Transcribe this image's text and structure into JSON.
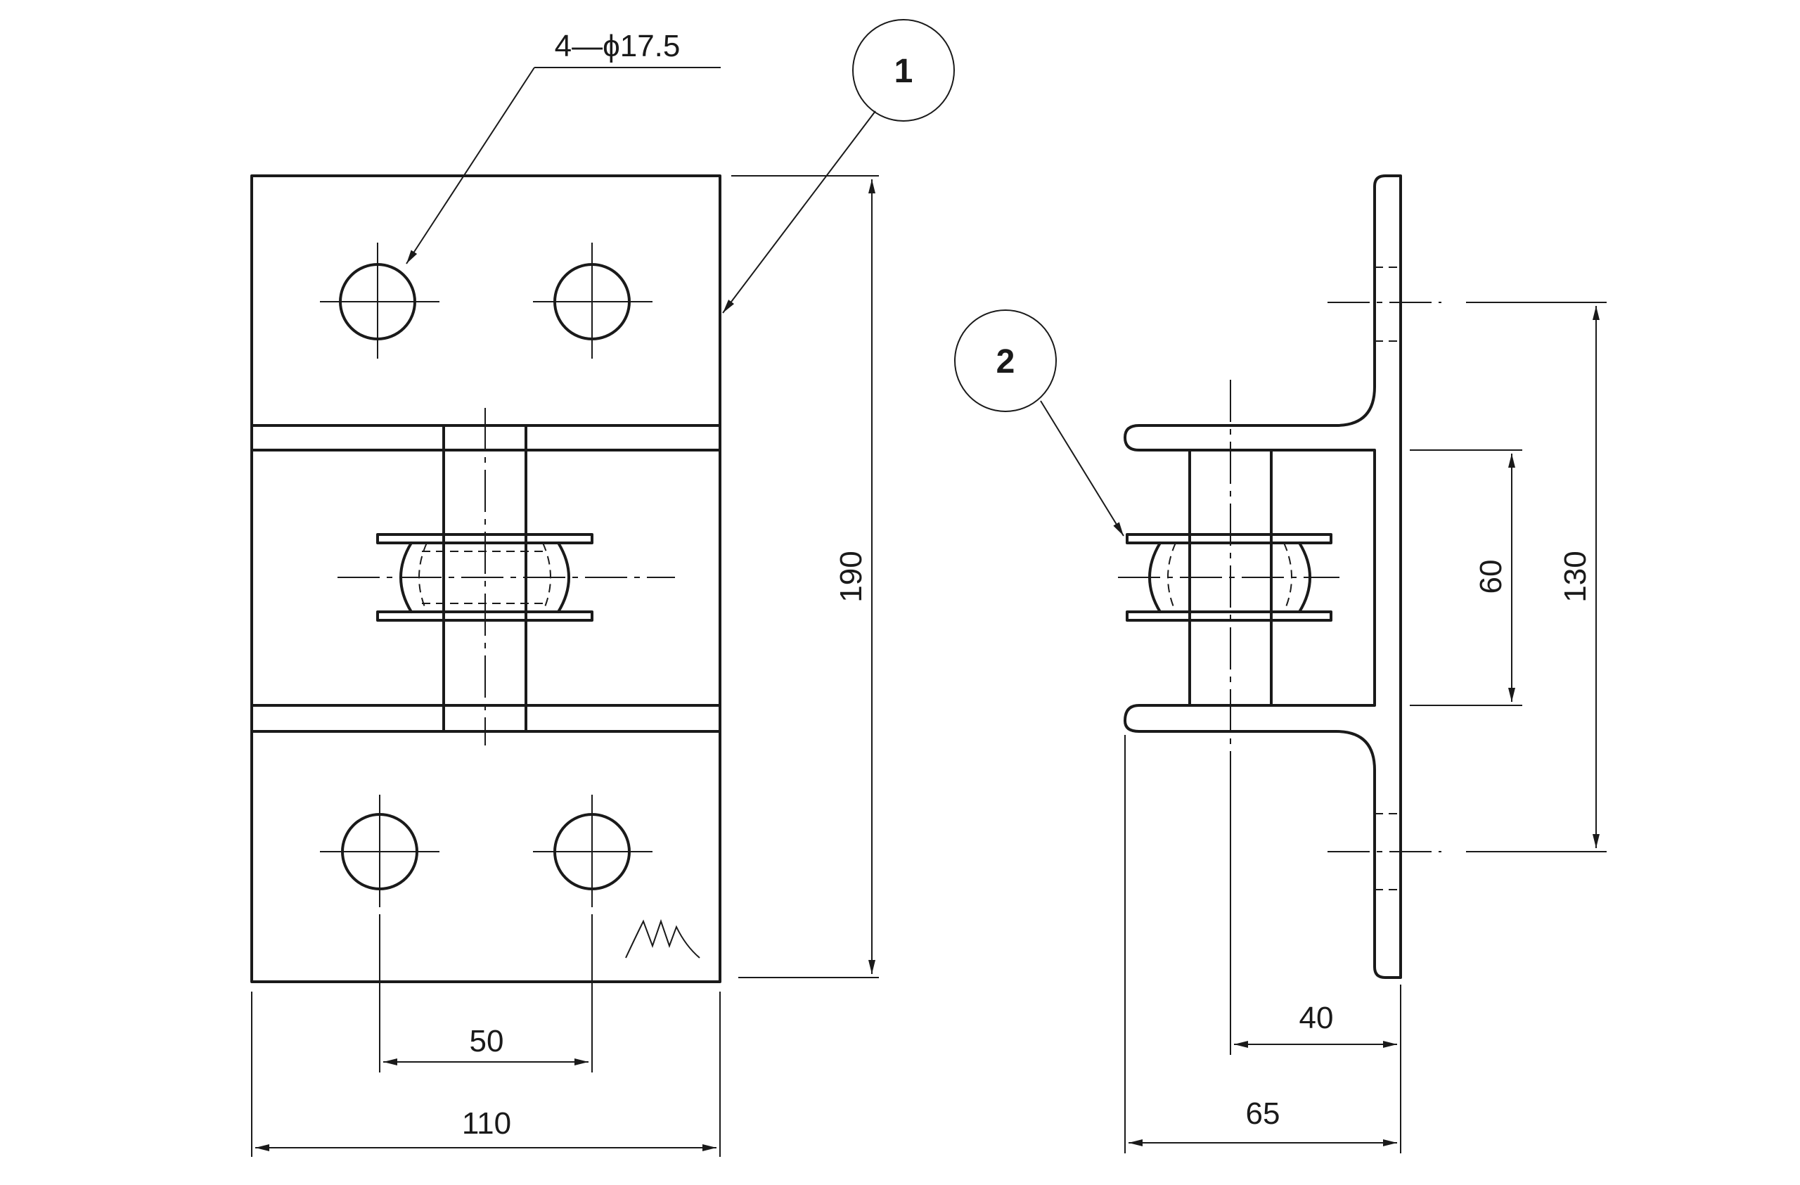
{
  "front_view": {
    "hole_callout": "4—ϕ17.5",
    "dim_hole_spacing": "50",
    "dim_width": "110",
    "dim_height": "190"
  },
  "side_view": {
    "dim_offset_40": "40",
    "dim_offset_65": "65",
    "dim_flange_gap": "60",
    "dim_hole_spacing_vertical": "130"
  },
  "balloons": [
    {
      "label": "1"
    },
    {
      "label": "2"
    }
  ]
}
